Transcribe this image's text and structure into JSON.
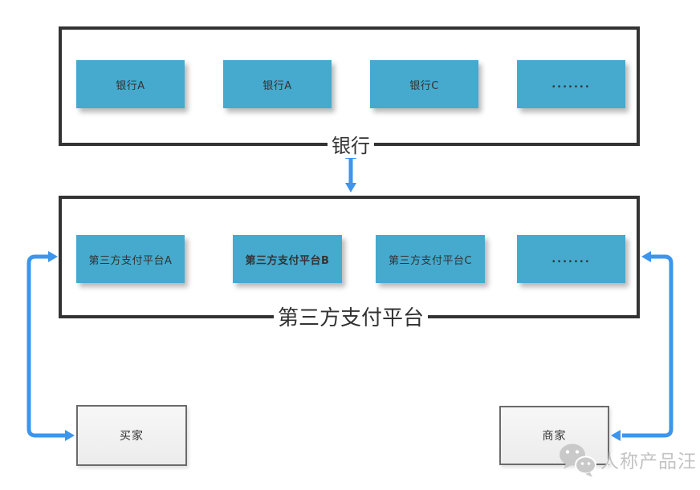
{
  "colors": {
    "node_fill": "#45AACE",
    "node_text": "#333333",
    "container_border": "#333333",
    "arrow_blue": "#3D95EC",
    "terminal_border": "#6B6B6B",
    "label_text": "#333333",
    "watermark_gray": "#C3C3C3"
  },
  "diagram": {
    "bank_group": {
      "label": "银行",
      "nodes": [
        {
          "label": "银行A"
        },
        {
          "label": "银行A"
        },
        {
          "label": "银行C"
        },
        {
          "label": "......."
        }
      ]
    },
    "platform_group": {
      "label": "第三方支付平台",
      "nodes": [
        {
          "label": "第三方支付平台A"
        },
        {
          "label": "第三方支付平台B"
        },
        {
          "label": "第三方支付平台C"
        },
        {
          "label": "......."
        }
      ]
    },
    "buyer": {
      "label": "买家"
    },
    "merchant": {
      "label": "商家"
    },
    "watermark": {
      "text": "人称产品汪"
    }
  }
}
